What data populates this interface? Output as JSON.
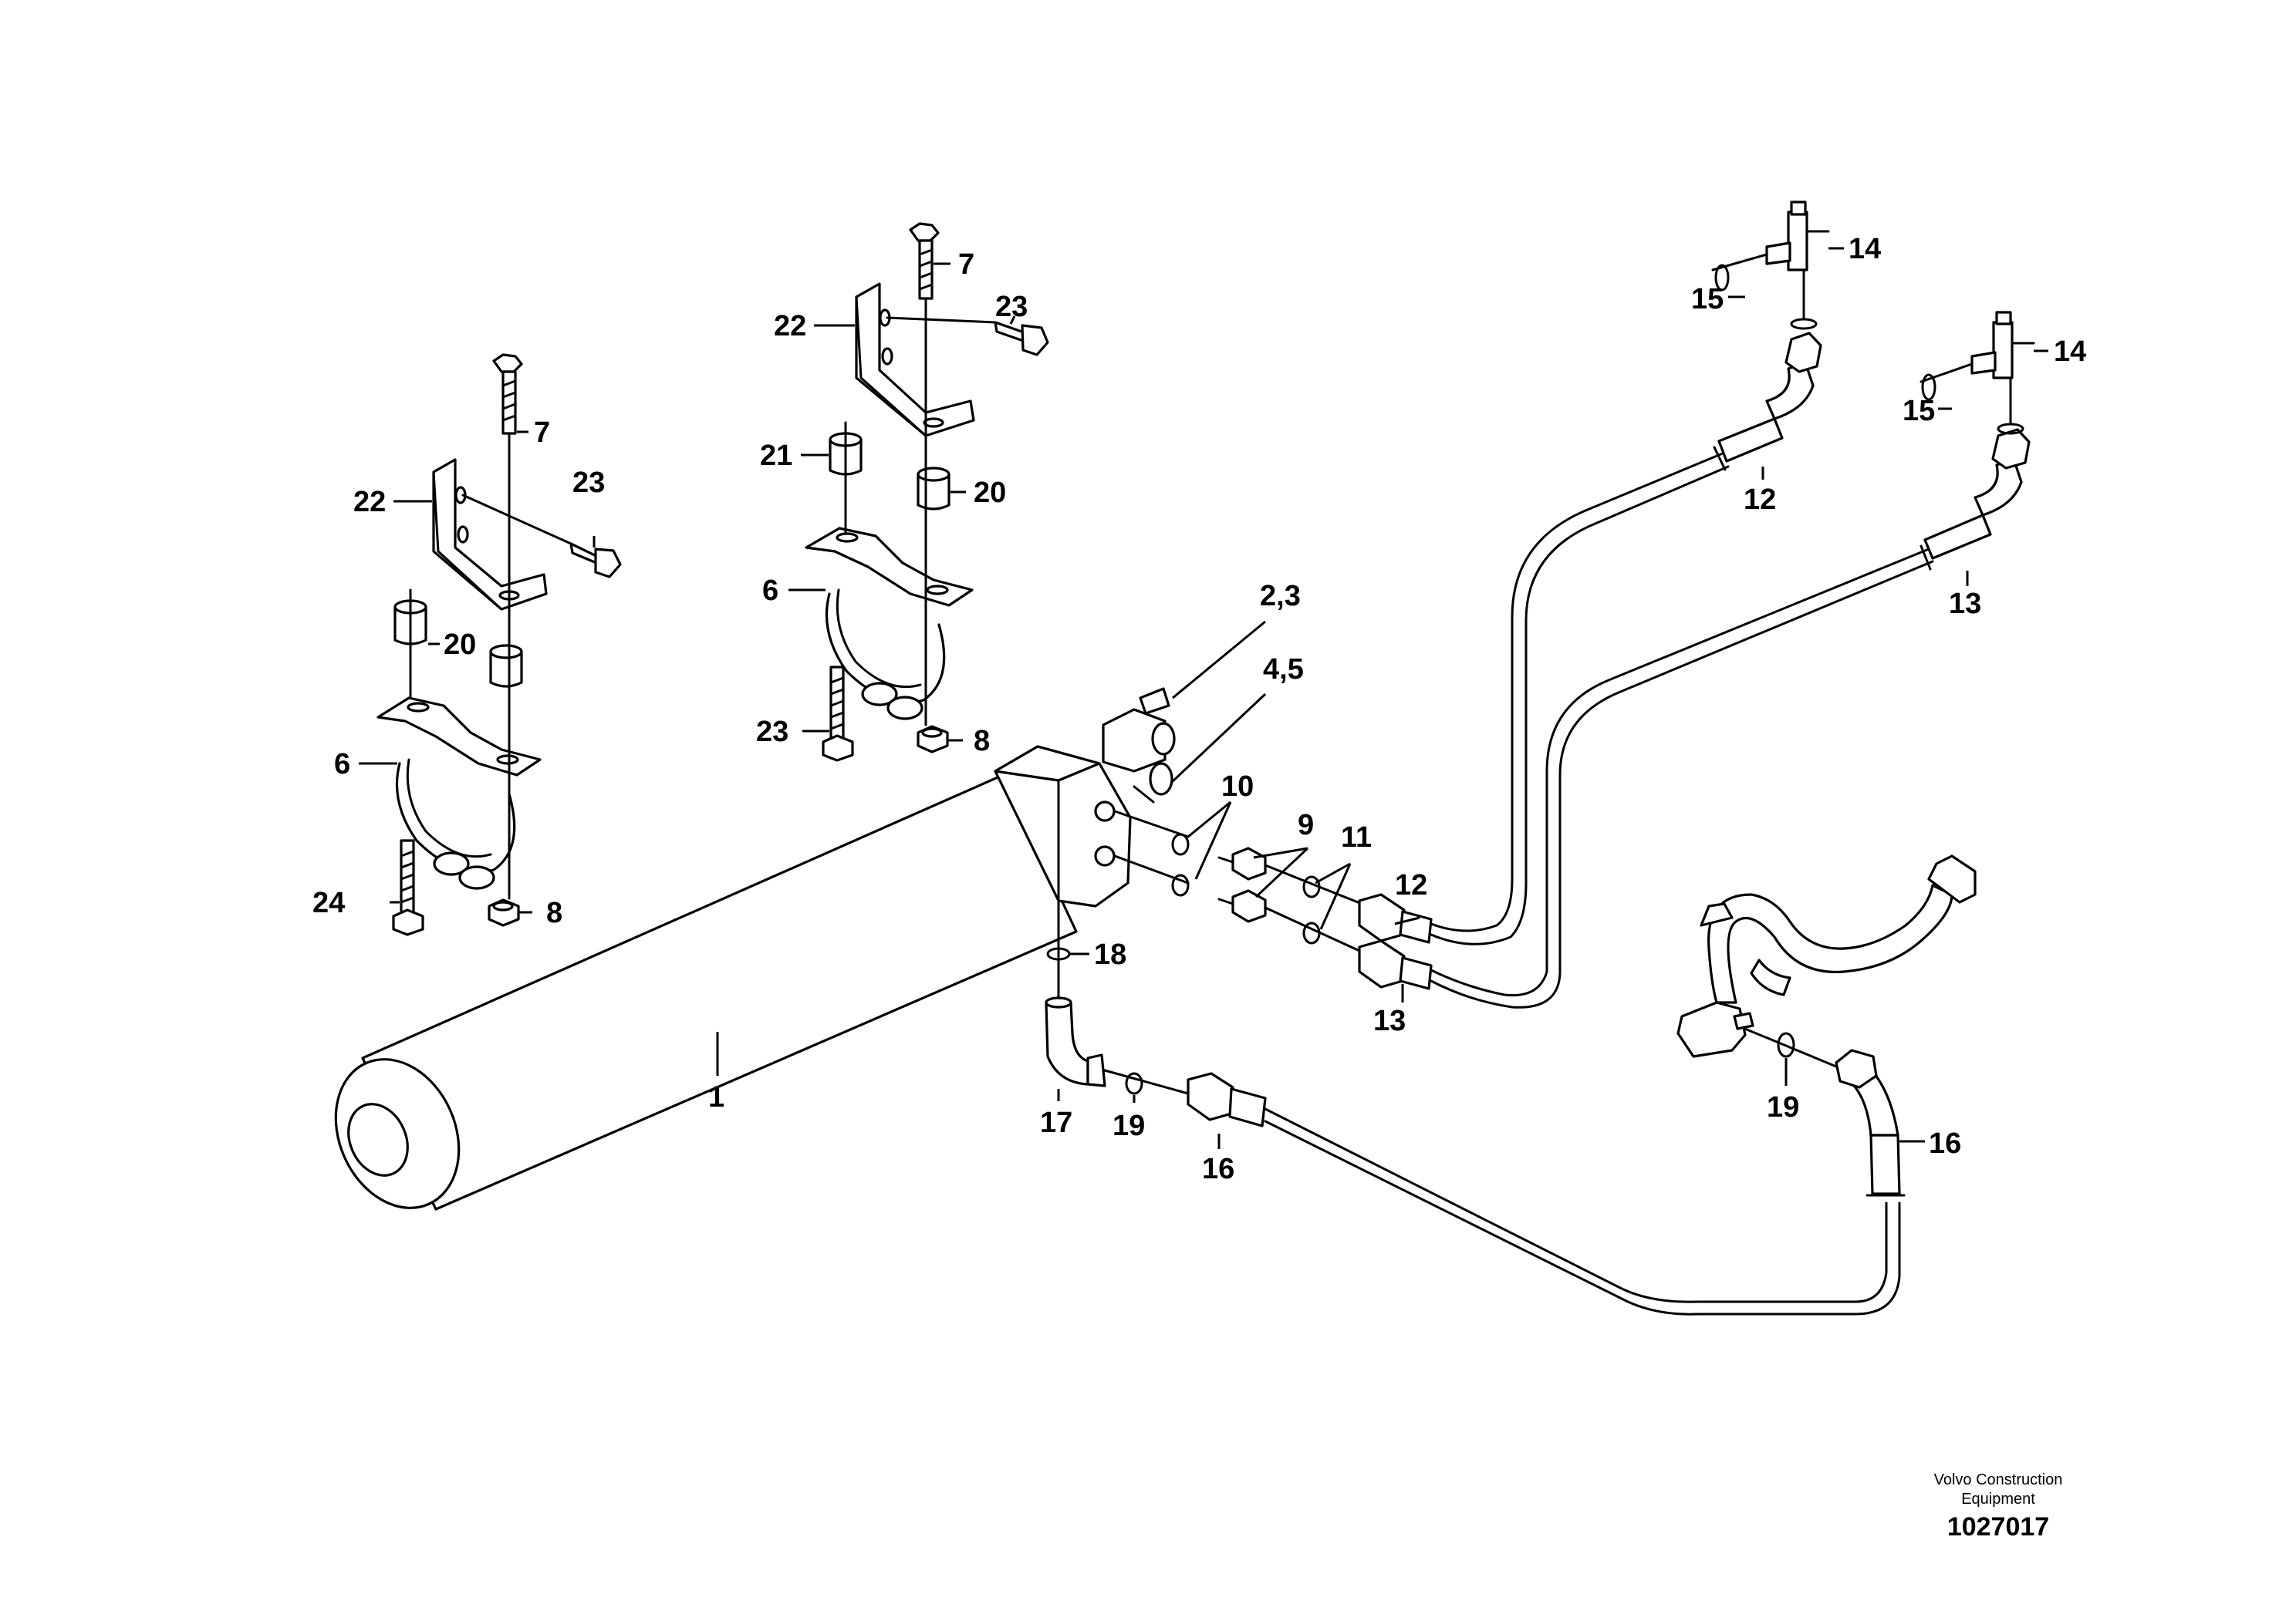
{
  "callouts": {
    "c1": "1",
    "c2_3": "2,3",
    "c4_5": "4,5",
    "c6": "6",
    "c7": "7",
    "c8": "8",
    "c9": "9",
    "c10": "10",
    "c11": "11",
    "c12": "12",
    "c13": "13",
    "c14": "14",
    "c15": "15",
    "c16": "16",
    "c17": "17",
    "c18": "18",
    "c19": "19",
    "c20": "20",
    "c21": "21",
    "c22": "22",
    "c23": "23",
    "c24": "24"
  },
  "footer": {
    "company_line1": "Volvo Construction",
    "company_line2": "Equipment",
    "drawing_number": "1027017"
  }
}
